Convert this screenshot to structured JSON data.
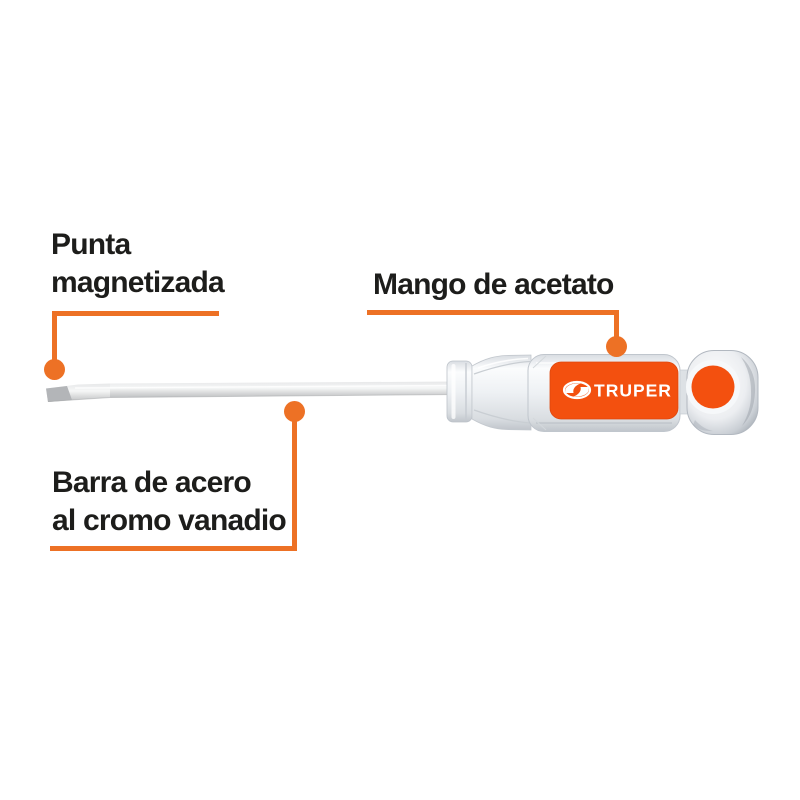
{
  "colors": {
    "accent_orange": "#ED7125",
    "handle_orange": "#F3500F",
    "text_black": "#1D1D1B",
    "background": "#FFFFFF"
  },
  "annotations": {
    "tip_label_line1": "Punta",
    "tip_label_line2": "magnetizada",
    "handle_label": "Mango de acetato",
    "shaft_label_line1": "Barra de acero",
    "shaft_label_line2": "al cromo vanadio"
  },
  "product": {
    "brand": "TRUPER"
  }
}
